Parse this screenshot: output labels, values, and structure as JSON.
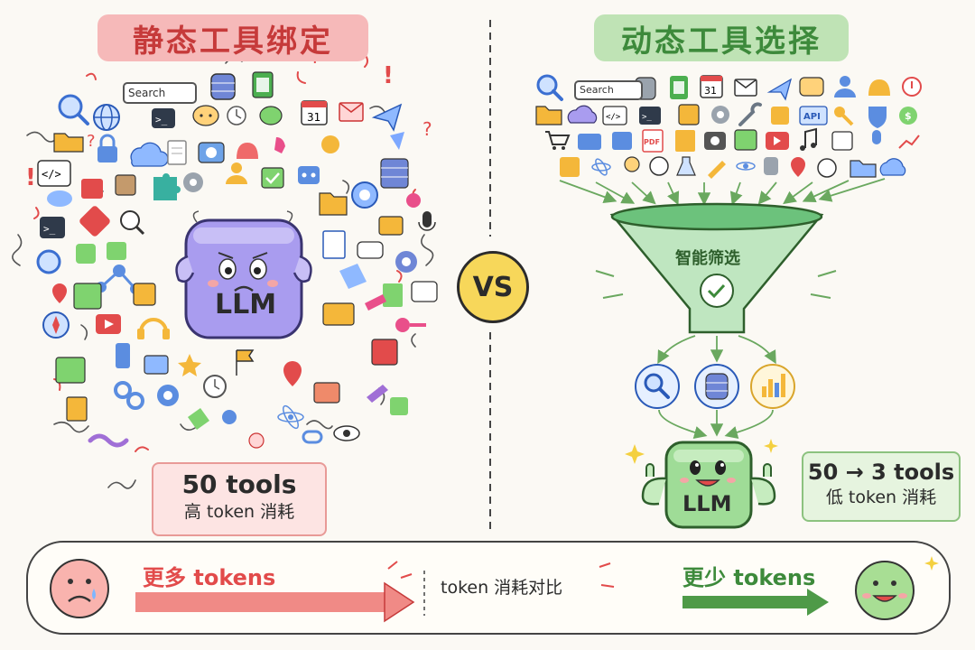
{
  "left": {
    "title": "静态工具绑定",
    "search_label": "Search",
    "llm_label": "LLM",
    "tool_count": "50 tools",
    "token_cost": "高 token 消耗"
  },
  "vs_label": "VS",
  "right": {
    "title": "动态工具选择",
    "search_label": "Search",
    "filter_label": "智能筛选",
    "llm_label": "LLM",
    "tool_count": "50 → 3 tools",
    "token_cost": "低 token 消耗",
    "api_label": "API",
    "pdf_label": "PDF",
    "calendar_day": "31"
  },
  "left_calendar_day": "31",
  "footer": {
    "more_tokens": "更多 tokens",
    "comparison_label": "token 消耗对比",
    "less_tokens": "更少 tokens"
  },
  "colors": {
    "left_accent": "#e24b4b",
    "left_title_bg": "#f6b9b9",
    "right_accent": "#3d8a3b",
    "right_title_bg": "#bfe3b5",
    "llm_left": "#a99cef",
    "llm_right": "#9fdc97",
    "vs_badge": "#f7d75a"
  },
  "left_icons": [
    "search-icon",
    "database-icon",
    "spreadsheet-icon",
    "globe-icon",
    "terminal-icon",
    "chat-icon",
    "calendar-icon",
    "mail-icon",
    "send-icon",
    "folder-icon",
    "code-icon",
    "cloud-icon",
    "document-icon",
    "camera-icon",
    "git-icon",
    "map-icon",
    "location-pin-icon",
    "star-icon",
    "clock-icon",
    "headphones-icon",
    "video-icon",
    "gear-icon",
    "user-icon",
    "lock-icon",
    "bell-icon",
    "puzzle-icon",
    "chart-icon",
    "microphone-icon",
    "atom-icon",
    "eye-icon"
  ],
  "right_icons": [
    "search-icon",
    "database-icon",
    "spreadsheet-icon",
    "calendar-icon",
    "mail-icon",
    "send-icon",
    "chat-icon",
    "user-icon",
    "bell-icon",
    "alert-icon",
    "folder-icon",
    "cloud-icon",
    "code-icon",
    "terminal-icon",
    "box-icon",
    "gear-icon",
    "wrench-icon",
    "puzzle-icon",
    "api-icon",
    "key-icon",
    "shield-icon",
    "dollar-icon",
    "cart-icon",
    "card-icon",
    "chart-icon",
    "pdf-icon",
    "document-icon",
    "camera-icon",
    "image-icon",
    "video-icon",
    "music-icon",
    "translate-icon",
    "microphone-icon",
    "trend-icon",
    "lightning-icon",
    "atom-icon",
    "lightbulb-icon",
    "compass-icon",
    "flask-icon",
    "pen-icon",
    "cylinder-icon",
    "location-pin-icon",
    "clock-icon",
    "upload-icon"
  ],
  "selected_tools": [
    "search-icon",
    "database-icon",
    "chart-icon"
  ]
}
